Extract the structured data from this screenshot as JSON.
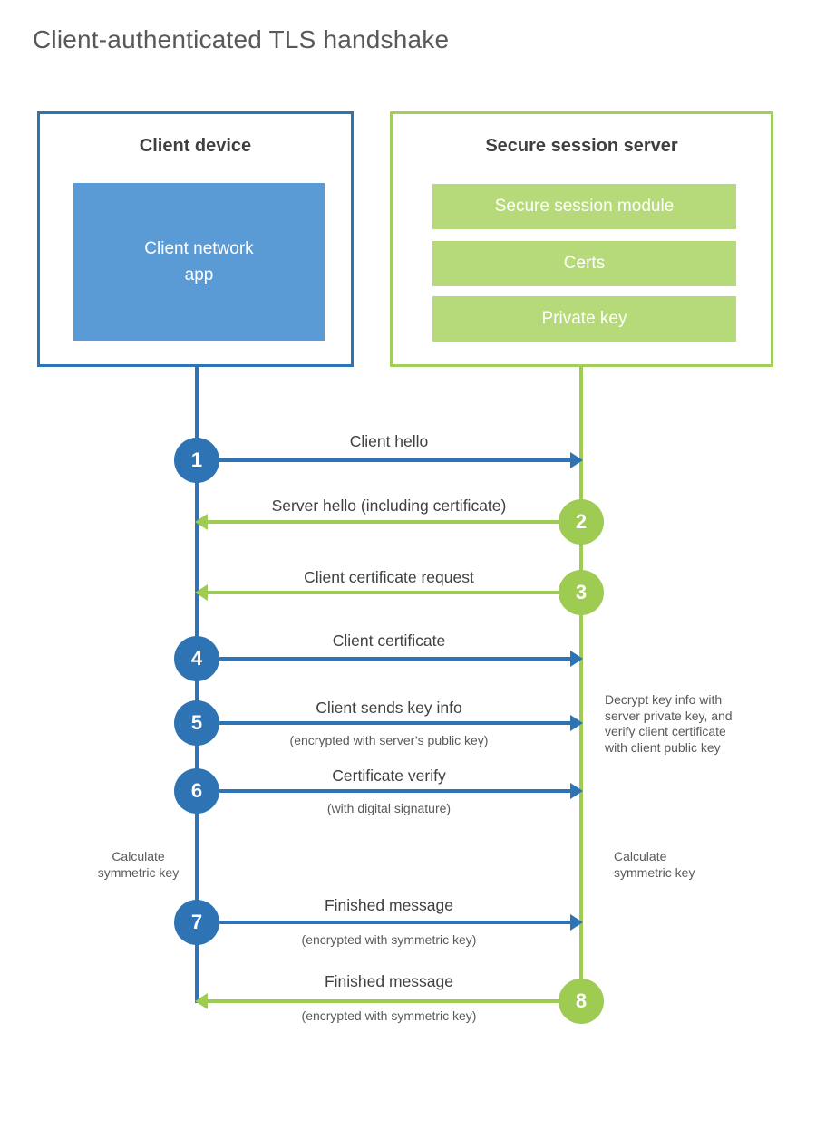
{
  "title": "Client-authenticated TLS handshake",
  "client_box": {
    "title": "Client device",
    "app_label": "Client network\napp"
  },
  "server_box": {
    "title": "Secure session server",
    "modules": [
      "Secure session module",
      "Certs",
      "Private key"
    ]
  },
  "steps": [
    {
      "num": "1",
      "label": "Client hello",
      "direction": "client-to-server"
    },
    {
      "num": "2",
      "label": "Server hello (including certificate)",
      "direction": "server-to-client"
    },
    {
      "num": "3",
      "label": "Client certificate request",
      "direction": "server-to-client"
    },
    {
      "num": "4",
      "label": "Client certificate",
      "direction": "client-to-server"
    },
    {
      "num": "5",
      "label": "Client sends key info",
      "sublabel": "(encrypted with server’s public key)",
      "direction": "client-to-server"
    },
    {
      "num": "6",
      "label": "Certificate verify",
      "sublabel": "(with digital signature)",
      "direction": "client-to-server"
    },
    {
      "num": "7",
      "label": "Finished message",
      "sublabel": "(encrypted with symmetric key)",
      "direction": "client-to-server"
    },
    {
      "num": "8",
      "label": "Finished message",
      "sublabel": "(encrypted with symmetric key)",
      "direction": "server-to-client"
    }
  ],
  "annotations": {
    "server_note": "Decrypt key info with\nserver private key, and\nverify client certificate\nwith client public key",
    "client_calc": "Calculate\nsymmetric key",
    "server_calc": "Calculate\nsymmetric key"
  },
  "colors": {
    "blue_accent": "#2e74b5",
    "blue_fill": "#5b9bd5",
    "green_accent": "#9ecb52",
    "green_fill": "#b6d97a"
  }
}
